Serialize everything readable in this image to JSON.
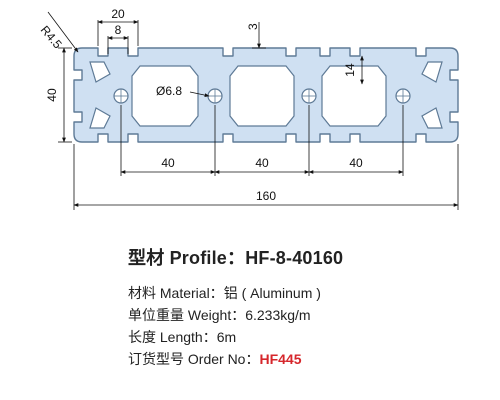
{
  "profile": {
    "title_label": "型材 Profile：",
    "title_value": "HF-8-40160",
    "specs": [
      {
        "label": "材料 Material：",
        "value": "铝 ( Aluminum )"
      },
      {
        "label": "单位重量 Weight：",
        "value": "6.233kg/m"
      },
      {
        "label": "长度 Length：",
        "value": "6m"
      },
      {
        "label": "订货型号 Order No：",
        "value": "HF445"
      }
    ]
  },
  "dimensions": {
    "radius": "R4.5",
    "top_width": "20",
    "slot_width": "8",
    "lip": "3",
    "hole": "Ø6.8",
    "slot_depth": "14",
    "height": "40",
    "pitch_1": "40",
    "pitch_2": "40",
    "pitch_3": "40",
    "total": "160"
  },
  "colors": {
    "profile_fill": "#cfe0f2",
    "profile_stroke": "#5e7a96",
    "order_accent": "#d6262b"
  }
}
